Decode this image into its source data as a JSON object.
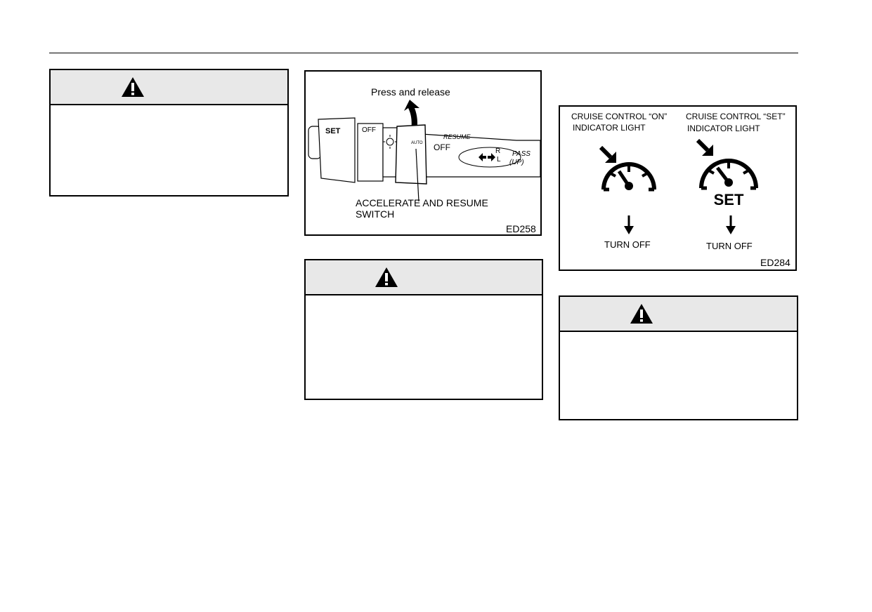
{
  "figure1": {
    "press_label": "Press and  release",
    "switch_label_line1": "ACCELERATE AND RESUME",
    "switch_label_line2": "SWITCH",
    "figure_id": "ED258",
    "lever_labels": {
      "set": "SET",
      "off_left": "OFF",
      "resume": "RESUME",
      "off_right": "OFF",
      "auto": "AUTO",
      "r": "R",
      "l": "L",
      "pass": "PASS",
      "up": "(UP)"
    }
  },
  "figure2": {
    "on_line1": "CRUISE CONTROL “ON”",
    "on_line2": "INDICATOR LIGHT",
    "set_line1": "CRUISE CONTROL “SET”",
    "set_line2": "INDICATOR LIGHT",
    "set_word": "SET",
    "turn_off_1": "TURN OFF",
    "turn_off_2": "TURN OFF",
    "figure_id": "ED284"
  },
  "icons": [
    "warning-triangle-icon",
    "speedometer-icon",
    "down-arrow-icon"
  ]
}
